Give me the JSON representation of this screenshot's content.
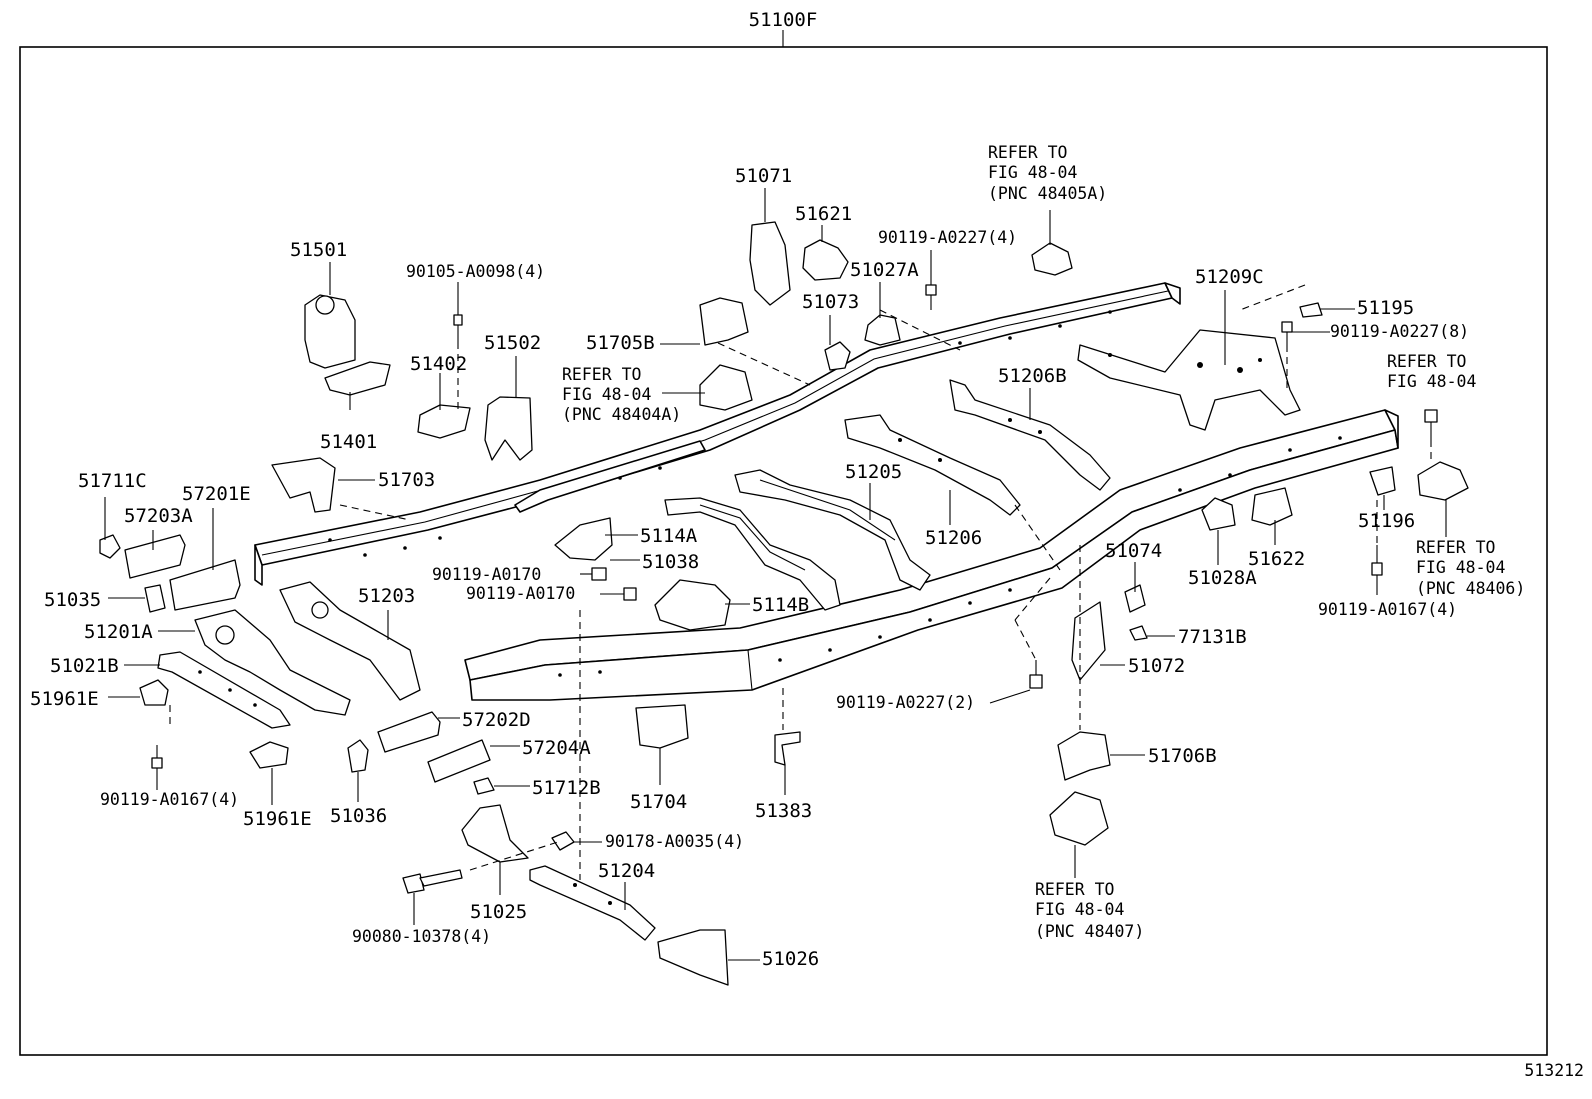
{
  "diagram": {
    "frame_assembly_label": "51100F",
    "figure_number": "513212",
    "labels": {
      "p51501": "51501",
      "p51401": "51401",
      "p90105": "90105-A0098(4)",
      "p51402": "51402",
      "p51502": "51502",
      "p51071": "51071",
      "p51621": "51621",
      "p51073": "51073",
      "p51027A": "51027A",
      "p90119_0227_4": "90119-A0227(4)",
      "p51705B": "51705B",
      "p51209C": "51209C",
      "p51195": "51195",
      "p90119_0227_8": "90119-A0227(8)",
      "p51206B": "51206B",
      "p51711C": "51711C",
      "p57201E": "57201E",
      "p57203A": "57203A",
      "p51703": "51703",
      "p51035": "51035",
      "p51203": "51203",
      "p51201A": "51201A",
      "p51021B": "51021B",
      "p51961E_a": "51961E",
      "p51961E_b": "51961E",
      "p90119_0167_4a": "90119-A0167(4)",
      "p51036": "51036",
      "p57202D": "57202D",
      "p57204A": "57204A",
      "p51712B": "51712B",
      "p5114A": "5114A",
      "p51038": "51038",
      "p90119_0170a": "90119-A0170",
      "p90119_0170b": "90119-A0170",
      "p5114B": "5114B",
      "p51205": "51205",
      "p51206": "51206",
      "p51704": "51704",
      "p51383": "51383",
      "p90178": "90178-A0035(4)",
      "p51204": "51204",
      "p51025": "51025",
      "p90080": "90080-10378(4)",
      "p51026": "51026",
      "p51074": "51074",
      "p77131B": "77131B",
      "p51072": "51072",
      "p90119_0227_2": "90119-A0227(2)",
      "p51706B": "51706B",
      "p51028A": "51028A",
      "p51622": "51622",
      "p51196": "51196",
      "p90119_0167_4b": "90119-A0167(4)"
    },
    "refer_notes": {
      "r48405A": [
        "REFER TO",
        "FIG 48-04",
        "(PNC 48405A)"
      ],
      "r48404A": [
        "REFER TO",
        "FIG 48-04",
        "(PNC 48404A)"
      ],
      "r48404": [
        "REFER TO",
        "FIG 48-04"
      ],
      "r48406": [
        "REFER TO",
        "FIG 48-04",
        "(PNC 48406)"
      ],
      "r48407": [
        "REFER TO",
        "FIG 48-04",
        "(PNC 48407)"
      ]
    }
  }
}
